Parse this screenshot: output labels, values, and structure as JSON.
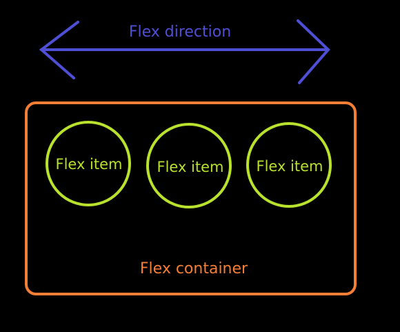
{
  "diagram": {
    "direction_label": "Flex direction",
    "container_label": "Flex container",
    "items": [
      {
        "label": "Flex item"
      },
      {
        "label": "Flex item"
      },
      {
        "label": "Flex item"
      }
    ]
  },
  "colors": {
    "background": "#000000",
    "arrow": "#4f4fd6",
    "container": "#f47e35",
    "item": "#b9e22e"
  }
}
